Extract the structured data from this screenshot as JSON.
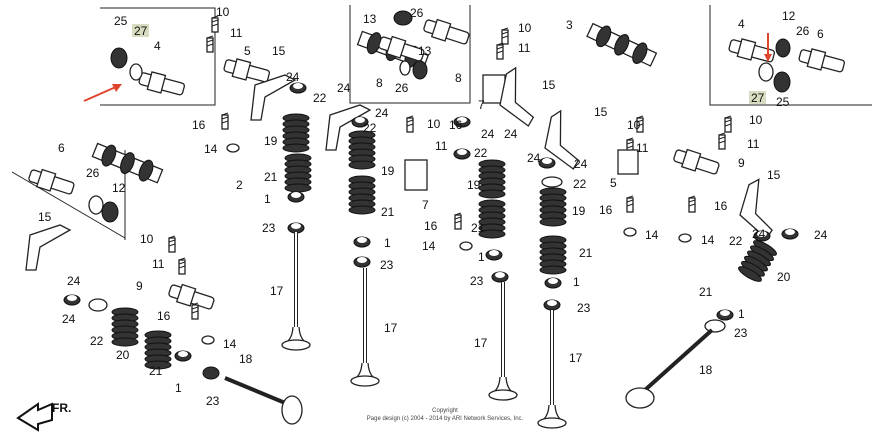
{
  "callouts": [
    "25",
    "27",
    "4",
    "10",
    "11",
    "5",
    "15",
    "24",
    "24",
    "22",
    "16",
    "14",
    "19",
    "21",
    "1",
    "23",
    "17",
    "6",
    "26",
    "12",
    "2",
    "15",
    "10",
    "11",
    "9",
    "24",
    "24",
    "22",
    "20",
    "21",
    "1",
    "16",
    "14",
    "18",
    "23",
    "17",
    "13",
    "26",
    "13",
    "8",
    "26",
    "8",
    "10",
    "11",
    "3",
    "7",
    "15",
    "24",
    "22",
    "10",
    "11",
    "16",
    "24",
    "22",
    "24",
    "15",
    "10",
    "11",
    "19",
    "21",
    "1",
    "23",
    "7",
    "16",
    "14",
    "19",
    "21",
    "1",
    "23",
    "17",
    "24",
    "24",
    "22",
    "19",
    "21",
    "1",
    "23",
    "17",
    "5",
    "16",
    "14",
    "4",
    "12",
    "26",
    "6",
    "27",
    "25",
    "10",
    "11",
    "9",
    "15",
    "16",
    "14",
    "22",
    "24",
    "24",
    "20",
    "21",
    "1",
    "23",
    "18"
  ],
  "highlighted_ref": "27",
  "direction_label": "FR.",
  "copyright": {
    "line1": "Copyright",
    "line2": "Page design (c) 2004 - 2014 by ARI Network Services, Inc."
  },
  "colors": {
    "highlight": "#d8dcc0",
    "arrow": "#e0442c"
  }
}
